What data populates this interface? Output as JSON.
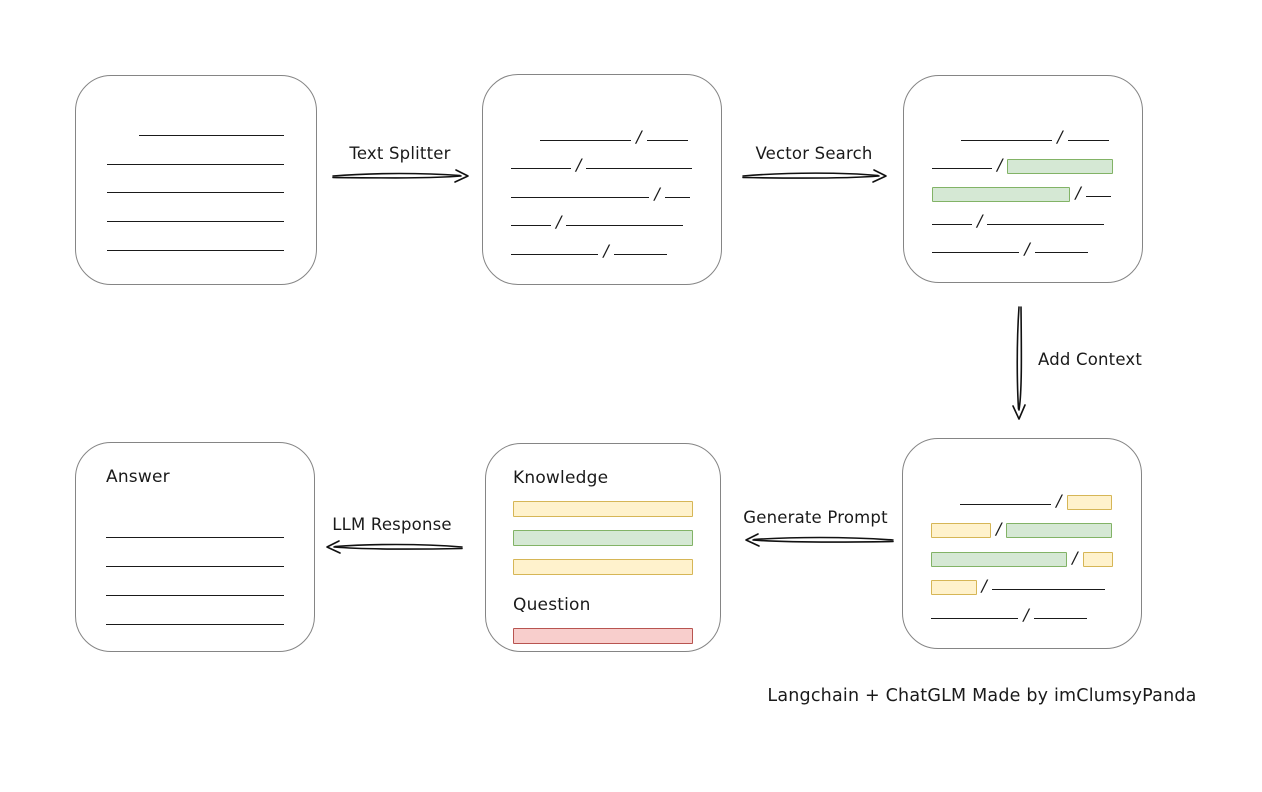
{
  "slash_char": "/",
  "caption": "Langchain + ChatGLM Made by imClumsyPanda",
  "labels": {
    "text_splitter": "Text Splitter",
    "vector_search": "Vector Search",
    "add_context": "Add Context",
    "generate_prompt": "Generate Prompt",
    "llm_response": "LLM Response",
    "knowledge": "Knowledge",
    "question": "Question",
    "answer": "Answer"
  },
  "colors": {
    "green_fill": "#d5e8d4",
    "green_border": "#82b366",
    "yellow_fill": "#fff2cc",
    "yellow_border": "#d6b656",
    "red_fill": "#f8cecc",
    "red_border": "#b85450",
    "box_border": "#858585",
    "ink": "#1a1a1a"
  },
  "boxes": {
    "document": {
      "rows": [
        [
          {
            "t": "sp",
            "w": 18
          },
          {
            "t": "ln",
            "w": 82
          }
        ],
        [
          {
            "t": "ln",
            "w": 100
          }
        ],
        [
          {
            "t": "ln",
            "w": 100
          }
        ],
        [
          {
            "t": "ln",
            "w": 100
          }
        ],
        [
          {
            "t": "ln",
            "w": 100
          }
        ]
      ]
    },
    "chunks": {
      "rows": [
        [
          {
            "t": "sp",
            "w": 16
          },
          {
            "t": "ln",
            "w": 50
          },
          {
            "t": "sl"
          },
          {
            "t": "ln",
            "w": 23
          }
        ],
        [
          {
            "t": "ln",
            "w": 33
          },
          {
            "t": "sl"
          },
          {
            "t": "ln",
            "w": 58
          }
        ],
        [
          {
            "t": "ln",
            "w": 76
          },
          {
            "t": "sl"
          },
          {
            "t": "ln",
            "w": 14
          }
        ],
        [
          {
            "t": "ln",
            "w": 22
          },
          {
            "t": "sl"
          },
          {
            "t": "ln",
            "w": 64
          }
        ],
        [
          {
            "t": "ln",
            "w": 48
          },
          {
            "t": "sl"
          },
          {
            "t": "ln",
            "w": 29
          }
        ]
      ]
    },
    "retrieved": {
      "rows": [
        [
          {
            "t": "sp",
            "w": 16
          },
          {
            "t": "ln",
            "w": 50
          },
          {
            "t": "sl"
          },
          {
            "t": "ln",
            "w": 23
          }
        ],
        [
          {
            "t": "ln",
            "w": 33
          },
          {
            "t": "sl"
          },
          {
            "t": "gr",
            "w": 58
          }
        ],
        [
          {
            "t": "gr",
            "w": 76
          },
          {
            "t": "sl"
          },
          {
            "t": "ln",
            "w": 14
          }
        ],
        [
          {
            "t": "ln",
            "w": 22
          },
          {
            "t": "sl"
          },
          {
            "t": "ln",
            "w": 64
          }
        ],
        [
          {
            "t": "ln",
            "w": 48
          },
          {
            "t": "sl"
          },
          {
            "t": "ln",
            "w": 29
          }
        ]
      ]
    },
    "context": {
      "rows": [
        [
          {
            "t": "sp",
            "w": 16
          },
          {
            "t": "ln",
            "w": 50
          },
          {
            "t": "sl"
          },
          {
            "t": "yl",
            "w": 25
          }
        ],
        [
          {
            "t": "yl",
            "w": 33
          },
          {
            "t": "sl"
          },
          {
            "t": "gr",
            "w": 58
          }
        ],
        [
          {
            "t": "gr",
            "w": 76
          },
          {
            "t": "sl"
          },
          {
            "t": "yl",
            "w": 17
          }
        ],
        [
          {
            "t": "yl",
            "w": 25
          },
          {
            "t": "sl"
          },
          {
            "t": "ln",
            "w": 62
          }
        ],
        [
          {
            "t": "ln",
            "w": 48
          },
          {
            "t": "sl"
          },
          {
            "t": "ln",
            "w": 29
          }
        ]
      ]
    },
    "prompt": {
      "knowledge_bars": [
        {
          "c": "yl",
          "name": "knowledge-bar-yellow-1"
        },
        {
          "c": "gr",
          "name": "knowledge-bar-green"
        },
        {
          "c": "yl",
          "name": "knowledge-bar-yellow-2"
        }
      ],
      "question_bars": [
        {
          "c": "rd",
          "name": "question-bar-red"
        }
      ]
    },
    "answer": {
      "line_count": 4
    }
  }
}
